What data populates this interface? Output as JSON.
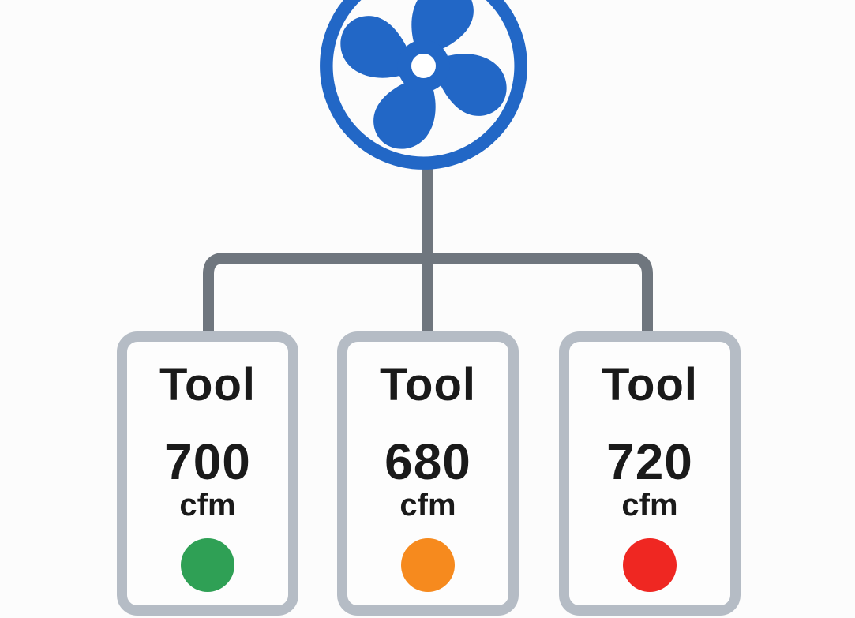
{
  "diagram": {
    "fan_color": "#2267c6",
    "connector_color": "#6f767e",
    "card_border_color": "#b5bcc5",
    "tools": [
      {
        "label": "Tool",
        "value": "700",
        "unit": "cfm",
        "dot_icon": "green-status-dot",
        "dot_color": "#2fa055"
      },
      {
        "label": "Tool",
        "value": "680",
        "unit": "cfm",
        "dot_icon": "orange-status-dot",
        "dot_color": "#f68a1e"
      },
      {
        "label": "Tool",
        "value": "720",
        "unit": "cfm",
        "dot_icon": "red-status-dot",
        "dot_color": "#ef2722"
      }
    ]
  }
}
